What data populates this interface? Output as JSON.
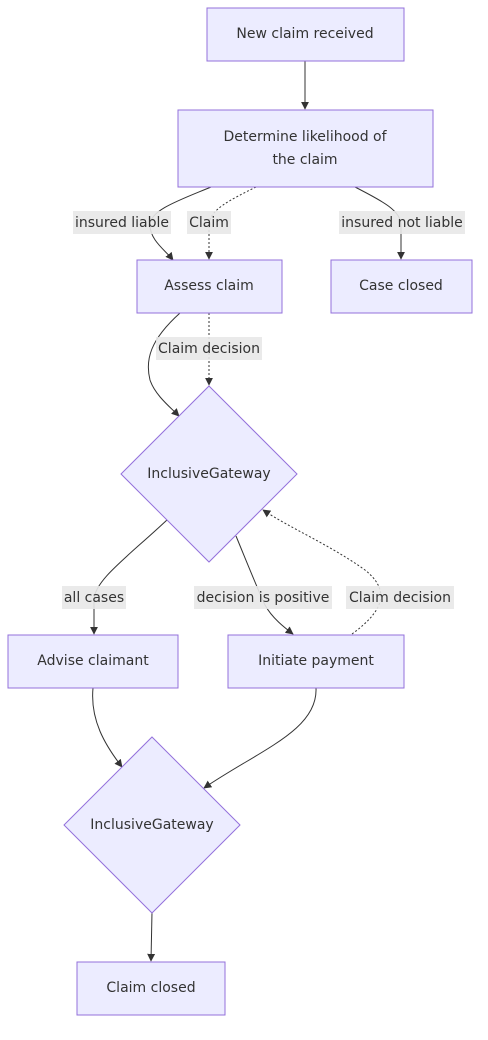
{
  "diagram": {
    "nodes": {
      "new_claim": "New claim received",
      "determine_line1": "Determine likelihood of",
      "determine_line2": "the claim",
      "assess": "Assess claim",
      "case_closed": "Case closed",
      "gateway1": "InclusiveGateway",
      "advise": "Advise claimant",
      "initiate_payment": "Initiate payment",
      "gateway2": "InclusiveGateway",
      "claim_closed": "Claim closed"
    },
    "edges": {
      "insured_liable": "insured liable",
      "claim": "Claim",
      "insured_not_liable": "insured not liable",
      "claim_decision_1": "Claim decision",
      "all_cases": "all cases",
      "decision_positive": "decision is positive",
      "claim_decision_2": "Claim decision"
    }
  }
}
